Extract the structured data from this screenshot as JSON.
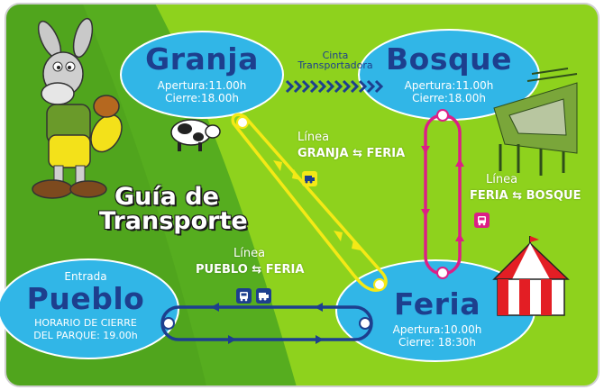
{
  "colors": {
    "green_dark": "#4fa51c",
    "green_light": "#8ed21d",
    "zone_blue": "#31b6e7",
    "title_navy": "#1d3f8e",
    "line_yellow": "#f4e916",
    "line_magenta": "#dc1f86",
    "line_navy": "#1d3f8e"
  },
  "guide": {
    "line1": "Guía de",
    "line2": "Transporte"
  },
  "zones": {
    "granja": {
      "name": "Granja",
      "open": "Apertura:11.00h",
      "close": "Cierre:18.00h"
    },
    "bosque": {
      "name": "Bosque",
      "open": "Apertura:11.00h",
      "close": "Cierre:18.00h"
    },
    "feria": {
      "name": "Feria",
      "open": "Apertura:10.00h",
      "close": "Cierre: 18:30h"
    },
    "pueblo": {
      "entrance": "Entrada",
      "name": "Pueblo",
      "hours_line1": "HORARIO DE CIERRE",
      "hours_line2": "DEL PARQUE: 19.00h"
    }
  },
  "conveyor": {
    "line1": "Cinta",
    "line2": "Transportadora"
  },
  "lines": {
    "granja_feria": {
      "title": "Línea",
      "from": "GRANJA",
      "to": "FERIA",
      "mode_icon": "train-icon"
    },
    "feria_bosque": {
      "title": "Línea",
      "from": "FERIA",
      "to": "BOSQUE",
      "mode_icon": "bus-icon"
    },
    "pueblo_feria": {
      "title": "Línea",
      "from": "PUEBLO",
      "to": "FERIA",
      "mode_icons": [
        "bus-icon",
        "train-icon"
      ]
    }
  },
  "illustrations": [
    "donkey-mascot-icon",
    "cow-icon",
    "treetop-walkway-icon",
    "circus-tent-icon"
  ],
  "bidirectional_symbol": "⇆"
}
